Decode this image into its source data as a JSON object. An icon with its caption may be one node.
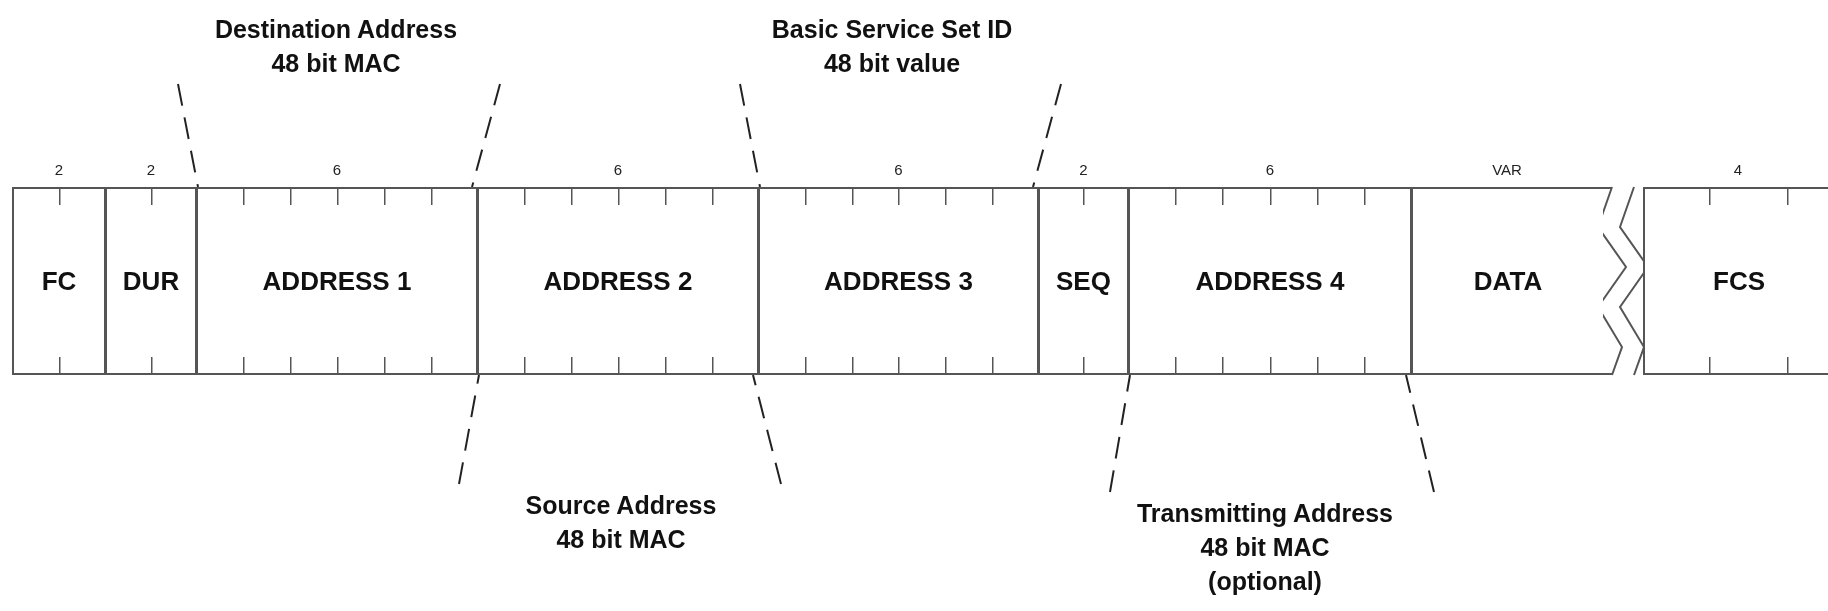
{
  "diagram": {
    "nodes": [
      {
        "text": [
          "FC"
        ],
        "beside": [
          "2"
        ]
      },
      {
        "text": [
          "DUR"
        ],
        "beside": [
          "2"
        ]
      },
      {
        "text": [
          "ADDRESS 1"
        ],
        "beside": [
          "6"
        ]
      },
      {
        "text": [
          "ADDRESS 2"
        ],
        "beside": [
          "6"
        ]
      },
      {
        "text": [
          "ADDRESS 3"
        ],
        "beside": [
          "6"
        ]
      },
      {
        "text": [
          "SEQ"
        ],
        "beside": [
          "2"
        ]
      },
      {
        "text": [
          "ADDRESS 4"
        ],
        "beside": [
          "6"
        ]
      },
      {
        "text": [
          "DATA"
        ],
        "beside": [
          "VAR"
        ]
      },
      {
        "text": [
          "FCS"
        ],
        "beside": [
          "4"
        ]
      },
      {
        "text": [
          "Destination Address",
          "48 bit MAC"
        ]
      },
      {
        "text": [
          "Basic Service Set ID",
          "48 bit value"
        ]
      },
      {
        "text": [
          "Source Address",
          "48 bit MAC"
        ]
      },
      {
        "text": [
          "Transmitting Address",
          "48 bit MAC",
          "(optional)"
        ]
      }
    ],
    "edges": [
      {
        "from": 9,
        "to": 2,
        "arrow": "none",
        "style": "dashed"
      },
      {
        "from": 10,
        "to": 4,
        "arrow": "none",
        "style": "dashed"
      },
      {
        "from": 11,
        "to": 3,
        "arrow": "none",
        "style": "dashed"
      },
      {
        "from": 12,
        "to": 6,
        "arrow": "none",
        "style": "dashed"
      }
    ]
  }
}
